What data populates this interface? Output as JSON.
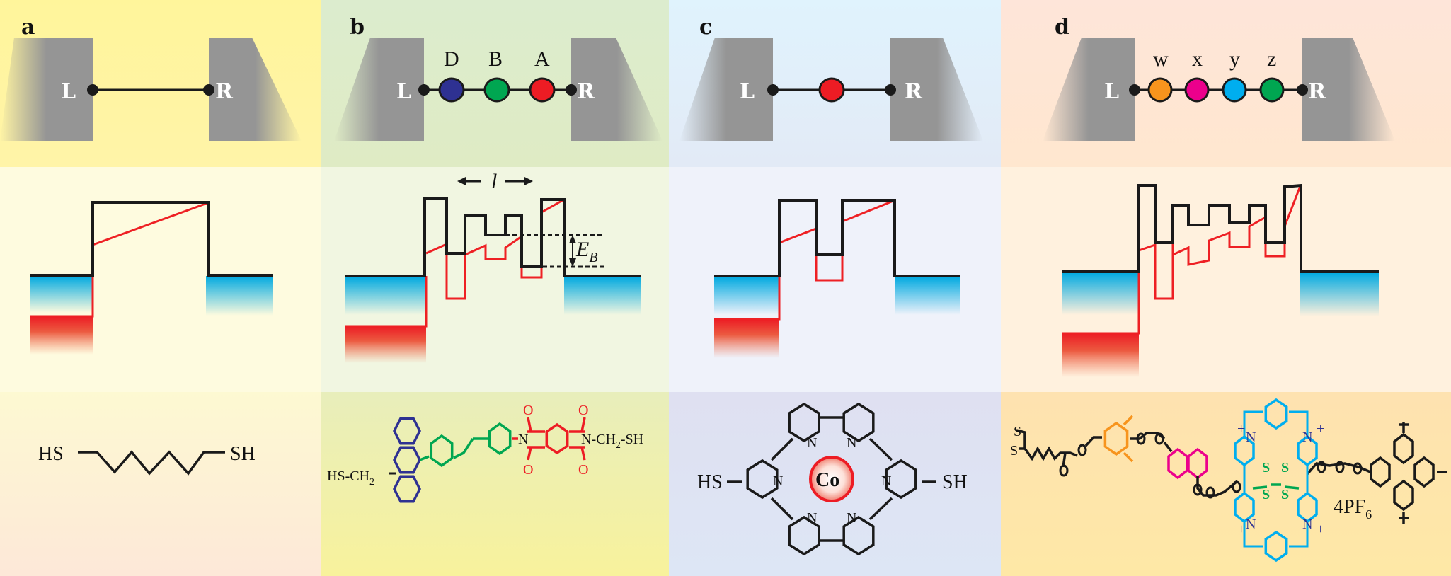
{
  "panels": [
    {
      "label": "a",
      "left": "L",
      "right": "R",
      "sites": []
    },
    {
      "label": "b",
      "left": "L",
      "right": "R",
      "sites": [
        "D",
        "B",
        "A"
      ]
    },
    {
      "label": "c",
      "left": "L",
      "right": "R",
      "sites": []
    },
    {
      "label": "d",
      "left": "L",
      "right": "R",
      "sites": [
        "w",
        "x",
        "y",
        "z"
      ]
    }
  ],
  "site_colors": {
    "D": "#2e3192",
    "B": "#00a651",
    "A": "#ed1c24",
    "c_site": "#ed1c24",
    "w": "#f7941d",
    "x": "#ec008c",
    "y": "#00aeef",
    "z": "#00a651"
  },
  "energy": {
    "length_symbol": "l",
    "barrier_symbol": "E",
    "barrier_sub": "B"
  },
  "chem": {
    "a": {
      "left": "HS",
      "right": "SH"
    },
    "b": {
      "left": "HS-CH",
      "left_sub": "2",
      "n": "N",
      "right": "N-CH",
      "right_sub": "2",
      "right_tail": "-SH",
      "oxygen": "O"
    },
    "c": {
      "left": "HS",
      "right": "SH",
      "metal": "Co",
      "n": "N"
    },
    "d": {
      "s": "S",
      "n": "N",
      "plus": "+",
      "counterion": "4PF",
      "counterion_sub": "6"
    }
  }
}
